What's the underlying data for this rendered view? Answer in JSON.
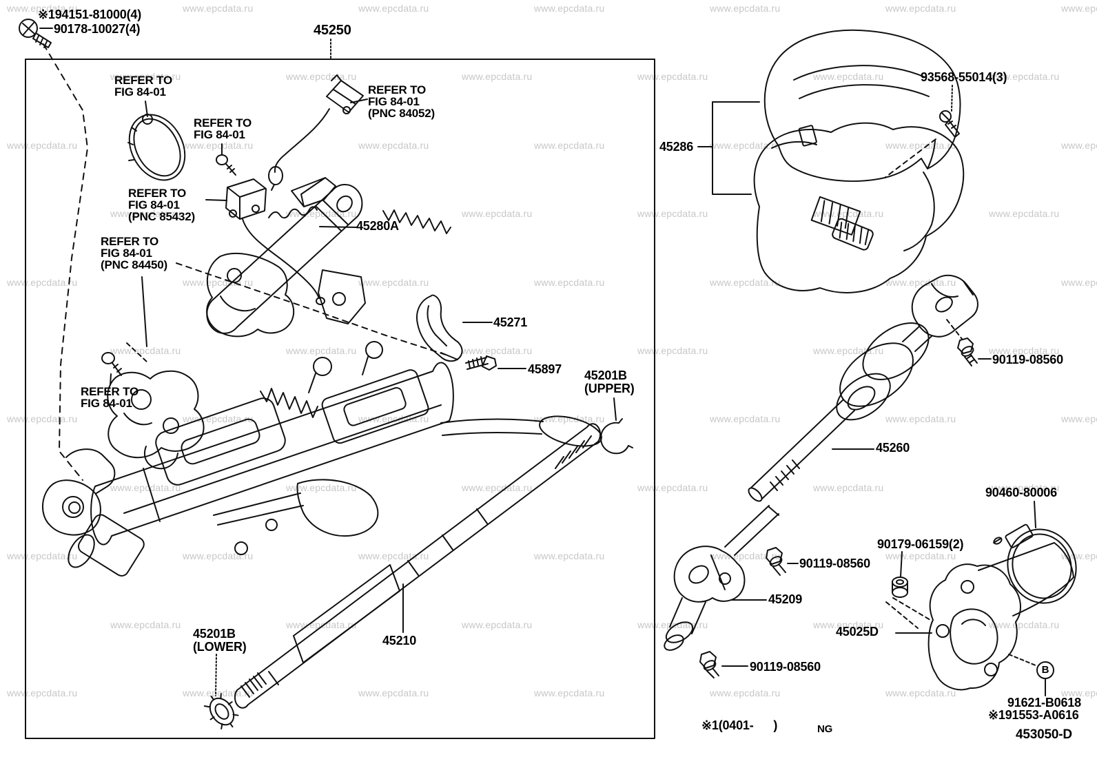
{
  "watermark": {
    "text": "www.epcdata.ru",
    "color": "#c7c7c7"
  },
  "labels": {
    "screw_marker": "※194151-81000(4)",
    "screw_alt": "90178-10027(4)",
    "column_assy": "45250",
    "refer_clamp": "REFER TO\nFIG 84-01",
    "refer_harness": "REFER TO\nFIG 84-01\n(PNC 84052)",
    "refer_screw": "REFER TO\nFIG 84-01",
    "refer_switch": "REFER TO\nFIG 84-01\n(PNC 85432)",
    "refer_bracket": "REFER TO\nFIG 84-01\n(PNC 84450)",
    "refer_joint": "REFER TO\nFIG 84-01",
    "upper_tube": "45280A",
    "column_hole_cover": "45271",
    "set_screw": "45897",
    "snap_ring_upper": "45201B\n(UPPER)",
    "snap_ring_lower": "45201B\n(LOWER)",
    "main_shaft": "45210",
    "column_cover": "45286",
    "cover_screw": "93568-55014(3)",
    "joint_bolt_upper": "90119-08560",
    "intermediate_shaft": "45260",
    "hose_clamp": "90460-80006",
    "seal_bolt": "90179-06159(2)",
    "joint_bolt_mid": "90119-08560",
    "lower_joint": "45209",
    "dust_cover": "45025D",
    "joint_bolt_lower": "90119-08560",
    "b_callout": "B",
    "b_bolt": "91621-B0618",
    "b_bolt_alt": "※191553-A0616",
    "note": "※1(0401-      )",
    "note_suffix": "NG",
    "fig_code": "453050-D"
  }
}
